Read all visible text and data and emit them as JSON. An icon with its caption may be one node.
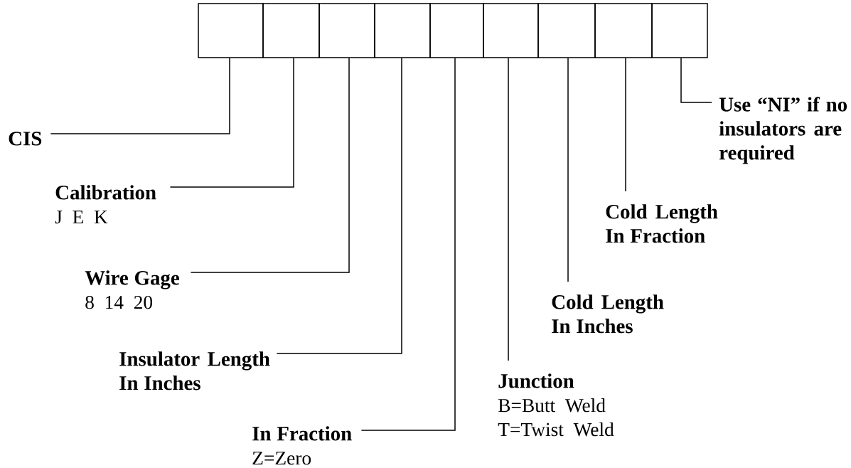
{
  "diagram": {
    "nodes": [
      {
        "text": [],
        "shape": "box"
      },
      {
        "text": [],
        "shape": "box"
      },
      {
        "text": [],
        "shape": "box"
      },
      {
        "text": [],
        "shape": "box"
      },
      {
        "text": [],
        "shape": "box"
      },
      {
        "text": [],
        "shape": "box"
      },
      {
        "text": [],
        "shape": "box"
      },
      {
        "text": [],
        "shape": "box"
      },
      {
        "text": [],
        "shape": "box"
      },
      {
        "text": [
          "CIS"
        ]
      },
      {
        "text": [
          "Calibration",
          "J E K"
        ]
      },
      {
        "text": [
          "Wire Gage",
          "8 14 20"
        ]
      },
      {
        "text": [
          "Insulator Length In Inches"
        ]
      },
      {
        "text": [
          "In Fraction",
          "Z=Zero"
        ]
      },
      {
        "text": [
          "Junction",
          "B=Butt Weld",
          "T=Twist Weld"
        ]
      },
      {
        "text": [
          "Cold Length In Inches"
        ]
      },
      {
        "text": [
          "Cold Length In Fraction"
        ]
      },
      {
        "text": [
          "Use “NI” if no insulators are required"
        ]
      }
    ],
    "edges": [
      {
        "from": 9,
        "to": 0,
        "arrow": "none"
      },
      {
        "from": 10,
        "to": 1,
        "arrow": "none"
      },
      {
        "from": 11,
        "to": 2,
        "arrow": "none"
      },
      {
        "from": 12,
        "to": 3,
        "arrow": "none"
      },
      {
        "from": 13,
        "to": 4,
        "arrow": "none"
      },
      {
        "from": 14,
        "to": 5,
        "arrow": "none"
      },
      {
        "from": 15,
        "to": 6,
        "arrow": "none"
      },
      {
        "from": 16,
        "to": 7,
        "arrow": "none"
      },
      {
        "from": 17,
        "to": 8,
        "arrow": "none"
      }
    ]
  }
}
